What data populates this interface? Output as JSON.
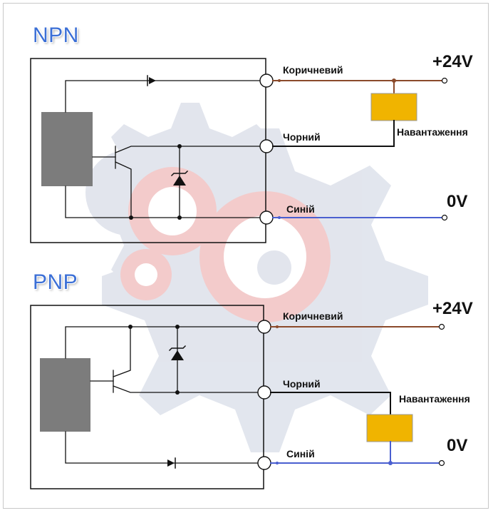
{
  "npn": {
    "title": "NPN",
    "brown_label": "Коричневий",
    "black_label": "Чорний",
    "blue_label": "Синій",
    "plus_label": "+24V",
    "zero_label": "0V",
    "load_label": "Навантаження"
  },
  "pnp": {
    "title": "PNP",
    "brown_label": "Коричневий",
    "black_label": "Чорний",
    "blue_label": "Синій",
    "plus_label": "+24V",
    "zero_label": "0V",
    "load_label": "Навантаження"
  },
  "colors": {
    "brown_wire": "#8b4a2b",
    "black_wire": "#111111",
    "blue_wire": "#4a5fd0",
    "load_fill": "#f0b400",
    "sensor_block": "#7c7c7c",
    "title_blue": "#3b6fd6",
    "watermark_gray": "#dfe3ec",
    "watermark_red": "#f2c6c6"
  }
}
